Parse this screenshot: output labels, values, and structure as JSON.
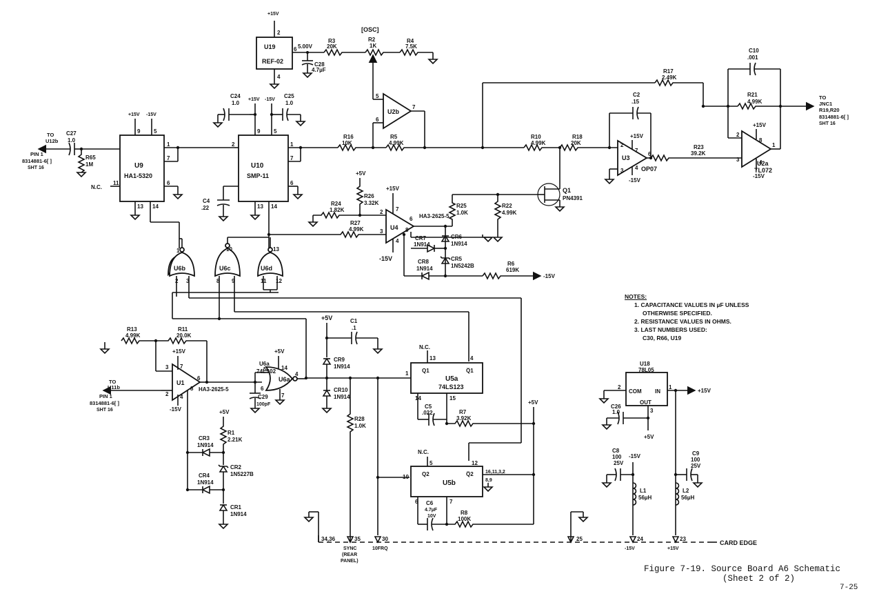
{
  "osc_label": "[OSC]",
  "components": {
    "U19": {
      "ref": "U19",
      "part": "REF-02",
      "pin_in": "2",
      "pin_out": "6",
      "pin_gnd": "4",
      "vout": "5.00V",
      "supply": "+15V"
    },
    "U9": {
      "ref": "U9",
      "part": "HA1-5320",
      "pins": [
        "9",
        "5",
        "1",
        "7",
        "6",
        "11",
        "13",
        "14"
      ],
      "supplies": [
        "+15V",
        "-15V"
      ]
    },
    "U10": {
      "ref": "U10",
      "part": "SMP-11",
      "pins": [
        "9",
        "5",
        "2",
        "1",
        "7",
        "6",
        "13",
        "14"
      ],
      "supplies": [
        "+15V",
        "-15V"
      ]
    },
    "U2b": {
      "ref": "U2b",
      "pins": [
        "5",
        "6",
        "7"
      ]
    },
    "U3": {
      "ref": "U3",
      "part": "OP07",
      "pins": [
        "2",
        "3",
        "6",
        "7",
        "4"
      ],
      "supplies": [
        "+15V",
        "-15V"
      ]
    },
    "U2a": {
      "ref": "U2a",
      "part": "TL072",
      "pins": [
        "2",
        "3",
        "1",
        "8",
        "4"
      ],
      "supplies": [
        "+15V",
        "-15V"
      ]
    },
    "U4": {
      "ref": "U4",
      "part": "HA3-2625-5",
      "pins": [
        "2",
        "3",
        "6",
        "7",
        "4",
        "8"
      ],
      "supplies": [
        "+15V",
        "-15V"
      ]
    },
    "U1": {
      "ref": "U1",
      "part": "HA3-2625-5",
      "pins": [
        "2",
        "3",
        "6",
        "7",
        "4",
        "8"
      ],
      "supplies": [
        "+15V",
        "-15V"
      ]
    },
    "U6a": {
      "ref": "U6a",
      "part": "74LS02",
      "pins": [
        "5",
        "6",
        "14",
        "7",
        "4"
      ],
      "supply": "+5V"
    },
    "U6b": {
      "ref": "U6b",
      "pins": [
        "1",
        "2",
        "3"
      ]
    },
    "U6c": {
      "ref": "U6c",
      "pins": [
        "10",
        "8",
        "9"
      ]
    },
    "U6d": {
      "ref": "U6d",
      "pins": [
        "13",
        "11",
        "12"
      ]
    },
    "U5a": {
      "ref": "U5a",
      "part": "74LS123",
      "q1": "Q1",
      "q1bar": "Q̅1",
      "pins": [
        "13",
        "4",
        "1",
        "14",
        "15"
      ],
      "nc": "N.C."
    },
    "U5b": {
      "ref": "U5b",
      "q2": "Q2",
      "q2bar": "Q̅2",
      "pins": [
        "5",
        "12",
        "10",
        "6",
        "7"
      ],
      "pins_16": "16,11,3,2",
      "pins_89": "8,9",
      "nc": "N.C."
    },
    "U18": {
      "ref": "U18",
      "part": "78L05",
      "com": "COM",
      "in": "IN",
      "out": "OUT",
      "pins": [
        "2",
        "1",
        "3"
      ]
    },
    "Q1": {
      "ref": "Q1",
      "part": "PN4391"
    }
  },
  "resistors": [
    {
      "ref": "R3",
      "value": "20K"
    },
    {
      "ref": "R2",
      "value": "1K"
    },
    {
      "ref": "R4",
      "value": "7.5K"
    },
    {
      "ref": "R17",
      "value": "2.49K"
    },
    {
      "ref": "R16",
      "value": "10K"
    },
    {
      "ref": "R5",
      "value": "4.99K"
    },
    {
      "ref": "R10",
      "value": "4.99K"
    },
    {
      "ref": "R18",
      "value": "20K"
    },
    {
      "ref": "R23",
      "value": "39.2K"
    },
    {
      "ref": "R21",
      "value": "4.99K"
    },
    {
      "ref": "R65",
      "value": "1M"
    },
    {
      "ref": "R24",
      "value": "1.82K"
    },
    {
      "ref": "R26",
      "value": "3.32K"
    },
    {
      "ref": "R27",
      "value": "4.99K"
    },
    {
      "ref": "R25",
      "value": "1.0K"
    },
    {
      "ref": "R22",
      "value": "4.99K"
    },
    {
      "ref": "R6",
      "value": "619K"
    },
    {
      "ref": "R13",
      "value": "4.99K"
    },
    {
      "ref": "R11",
      "value": "20.0K"
    },
    {
      "ref": "R28",
      "value": "1.0K"
    },
    {
      "ref": "R7",
      "value": "3.92K"
    },
    {
      "ref": "R1",
      "value": "2.21K"
    },
    {
      "ref": "R8",
      "value": "100K"
    }
  ],
  "capacitors": [
    {
      "ref": "C28",
      "value": "4.7µF"
    },
    {
      "ref": "C10",
      "value": ".001"
    },
    {
      "ref": "C2",
      "value": ".15"
    },
    {
      "ref": "C24",
      "value": "1.0"
    },
    {
      "ref": "C25",
      "value": "1.0"
    },
    {
      "ref": "C27",
      "value": "1.0"
    },
    {
      "ref": "C4",
      "value": ".22"
    },
    {
      "ref": "C1",
      "value": ".1"
    },
    {
      "ref": "C29",
      "value": "100pF"
    },
    {
      "ref": "C5",
      "value": ".022"
    },
    {
      "ref": "C6",
      "value": "4.7µF",
      "voltage": "10V"
    },
    {
      "ref": "C26",
      "value": "1.0"
    },
    {
      "ref": "C8",
      "value": "100",
      "voltage": "25V"
    },
    {
      "ref": "C9",
      "value": "100",
      "voltage": "25V"
    }
  ],
  "diodes": [
    {
      "ref": "CR6",
      "part": "1N914"
    },
    {
      "ref": "CR7",
      "part": "1N914"
    },
    {
      "ref": "CR5",
      "part": "1N5242B"
    },
    {
      "ref": "CR8",
      "part": "1N914"
    },
    {
      "ref": "CR9",
      "part": "1N914"
    },
    {
      "ref": "CR10",
      "part": "1N914"
    },
    {
      "ref": "CR3",
      "part": "1N914"
    },
    {
      "ref": "CR2",
      "part": "1N5227B"
    },
    {
      "ref": "CR4",
      "part": "1N914"
    },
    {
      "ref": "CR1",
      "part": "1N914"
    }
  ],
  "inductors": [
    {
      "ref": "L1",
      "value": "56µH"
    },
    {
      "ref": "L2",
      "value": "56µH"
    }
  ],
  "rails": {
    "p15": "+15V",
    "m15": "-15V",
    "p5": "+5V",
    "nc": "N.C."
  },
  "connectors": {
    "to_u12b": [
      "TO",
      "U12b",
      "PIN 1",
      "8314881-6[ ]",
      "SHT 16"
    ],
    "to_u11b": [
      "TO",
      "U11b",
      "PIN 1",
      "8314881-6[ ]",
      "SHT 16"
    ],
    "to_jnc1": [
      "TO",
      "JNC1",
      "R19,R20",
      "8314881-6[ ]",
      "SHT 16"
    ]
  },
  "card_edge": {
    "label": "CARD EDGE",
    "pins": [
      "34,36",
      "35",
      "30",
      "25",
      "24",
      "23"
    ],
    "sync_label": [
      "SYNC",
      "(REAR",
      "PANEL)"
    ],
    "pin30_label": "10FRQ",
    "pin24_rail": "-15V",
    "pin23_rail": "+15V"
  },
  "notes": {
    "title": "NOTES:",
    "items": [
      "1. CAPACITANCE VALUES IN µF UNLESS",
      "OTHERWISE SPECIFIED.",
      "2. RESISTANCE VALUES IN OHMS.",
      "3. LAST NUMBERS USED:",
      "C30, R66, U19"
    ]
  },
  "caption": {
    "line1": "Figure 7-19.  Source Board A6 Schematic",
    "line2": "(Sheet 2 of 2)"
  },
  "page_number": "7-25"
}
